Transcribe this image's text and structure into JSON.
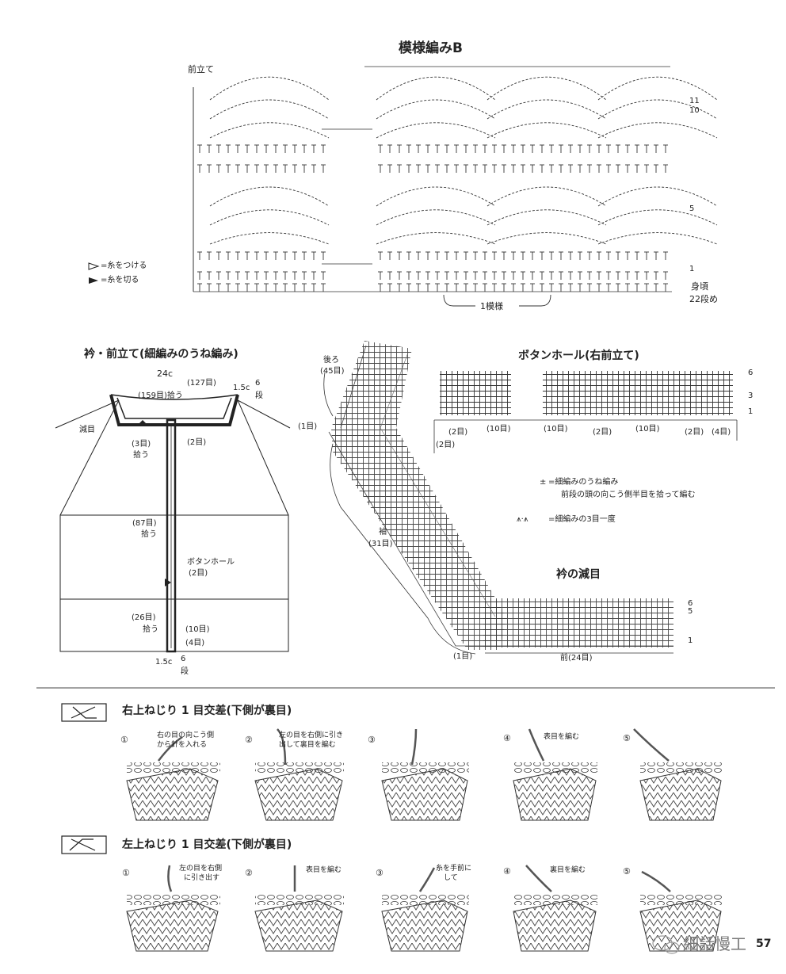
{
  "pattern_b": {
    "title": "模様編みB",
    "front_band_label": "前立て",
    "row_11": "11",
    "row_10": "10",
    "row_5": "5",
    "row_1": "1",
    "body_label": "身頃",
    "body_row": "22段め",
    "repeat_label": "1模様",
    "legend_attach": "=糸をつける",
    "legend_cut": "=糸を切る"
  },
  "collar": {
    "title": "衿・前立て(細編みのうね編み)",
    "width": "24c",
    "pick_127": "(127目)",
    "pick_159": "(159目)拾う",
    "height_top": "1.5c",
    "rows_top": "6",
    "rows_top_unit": "段",
    "decrease": "減目",
    "pick_3": "(3目)",
    "pick_3_b": "拾う",
    "st_2_a": "(2目)",
    "pick_87": "(87目)",
    "pick_87_b": "拾う",
    "buttonhole": "ボタンホール",
    "st_2_b": "(2目)",
    "pick_26": "(26目)",
    "pick_26_b": "拾う",
    "st_10": "(10目)",
    "st_4": "(4目)",
    "height_bottom": "1.5c",
    "rows_bottom": "6",
    "rows_bottom_unit": "段"
  },
  "raglan": {
    "back_label": "後ろ",
    "back_st": "(45目)",
    "one_st_a": "(1目)",
    "sleeve_label": "袖",
    "sleeve_st": "(31目)",
    "one_st_b": "(1目)",
    "front_st": "前(24目)"
  },
  "buttonhole_chart": {
    "title": "ボタンホール(右前立て)",
    "row_6": "6",
    "row_3": "3",
    "row_1": "1",
    "seg_2a": "(2目)",
    "seg_10a": "(10目)",
    "seg_10b": "(10目)",
    "seg_2b": "(2目)",
    "seg_10c": "(10目)",
    "seg_2c": "(2目)",
    "seg_4": "(4目)",
    "seg_2d": "(2目)"
  },
  "legend": {
    "ridge_symbol": "±",
    "ridge_text": "=細編みのうね編み",
    "ridge_text_2": "前段の頭の向こう側半目を拾って編む",
    "dec_symbol": "⩚·⩚",
    "dec_text": "=細編みの3目一度"
  },
  "collar_dec": {
    "title": "衿の減目",
    "row_6": "6",
    "row_5": "5",
    "row_1": "1"
  },
  "cross_right": {
    "title": "右上ねじり 1 目交差(下側が裏目)",
    "s1_num": "①",
    "s1_text_a": "右の目の向こう側",
    "s1_text_b": "から針を入れる",
    "s2_num": "②",
    "s2_text_a": "左の目を右側に引き",
    "s2_text_b": "出して裏目を編む",
    "s3_num": "③",
    "s4_num": "④",
    "s4_text": "表目を編む",
    "s5_num": "⑤"
  },
  "cross_left": {
    "title": "左上ねじり 1 目交差(下側が裏目)",
    "s1_num": "①",
    "s1_text_a": "左の目を右側",
    "s1_text_b": "に引き出す",
    "s2_num": "②",
    "s2_text": "表目を編む",
    "s3_num": "③",
    "s3_text_a": "糸を手前に",
    "s3_text_b": "して",
    "s4_num": "④",
    "s4_text": "裏目を編む",
    "s5_num": "⑤"
  },
  "footer": {
    "watermark": "細話慢工",
    "page_number": "57"
  }
}
